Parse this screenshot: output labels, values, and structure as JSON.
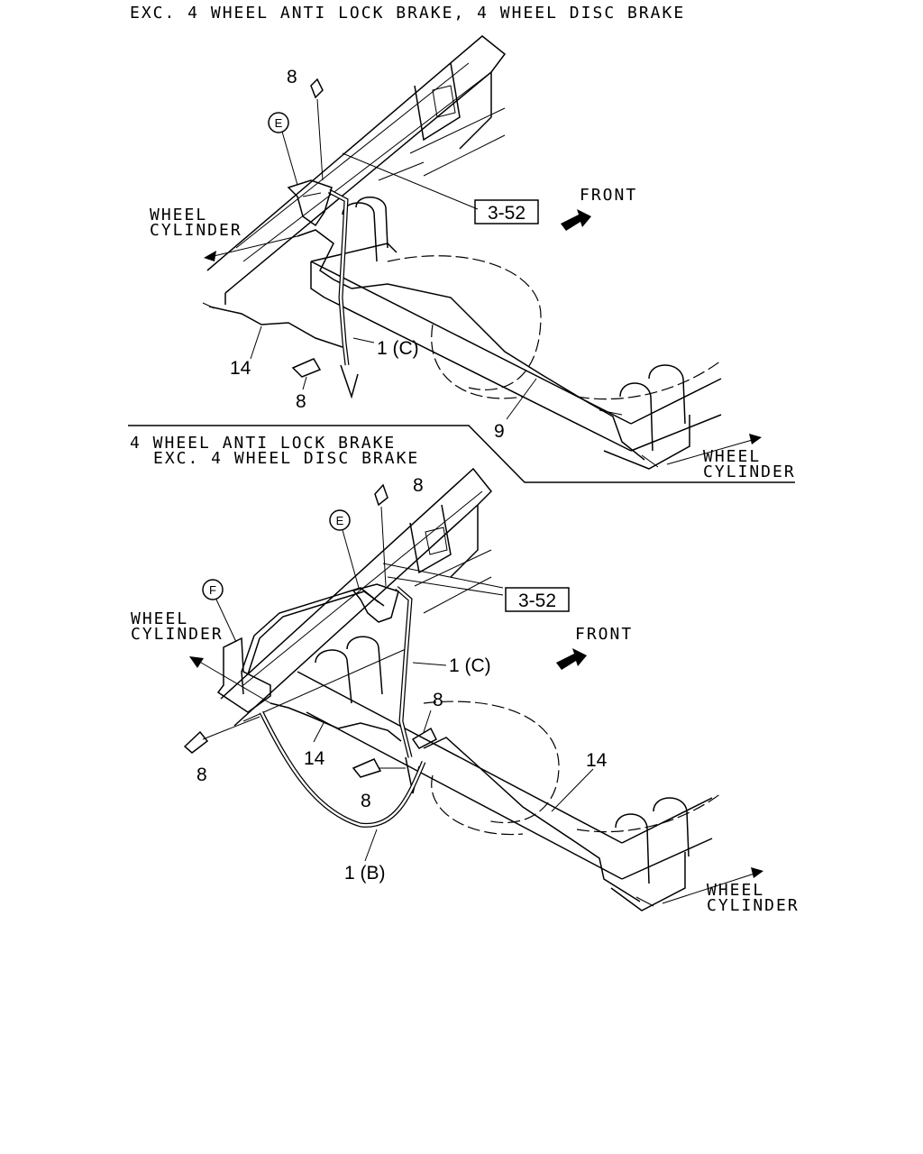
{
  "top": {
    "heading": "EXC. 4 WHEEL ANTI LOCK BRAKE, 4 WHEEL DISC BRAKE",
    "front": "FRONT",
    "ref": "3-52",
    "wheel_left": [
      "WHEEL",
      "CYLINDER"
    ],
    "wheel_right": [
      "WHEEL",
      "CYLINDER"
    ],
    "callouts": {
      "clip_top": "8",
      "clip_bottom": "8",
      "pipe": "14",
      "hose": "1 (C)",
      "rear_pipe": "9",
      "bracket": "E"
    }
  },
  "bottom": {
    "heading_line1": "4 WHEEL ANTI LOCK BRAKE",
    "heading_line2": "EXC. 4 WHEEL DISC BRAKE",
    "front": "FRONT",
    "ref": "3-52",
    "wheel_left": [
      "WHEEL",
      "CYLINDER"
    ],
    "wheel_right": [
      "WHEEL",
      "CYLINDER"
    ],
    "callouts": {
      "clip_top": "8",
      "clip_left": "8",
      "clip_mid": "8",
      "clip_right": "8",
      "pipe_left": "14",
      "pipe_right": "14",
      "hose_c": "1 (C)",
      "hose_b": "1 (B)",
      "bracket_e": "E",
      "bracket_f": "F"
    }
  }
}
